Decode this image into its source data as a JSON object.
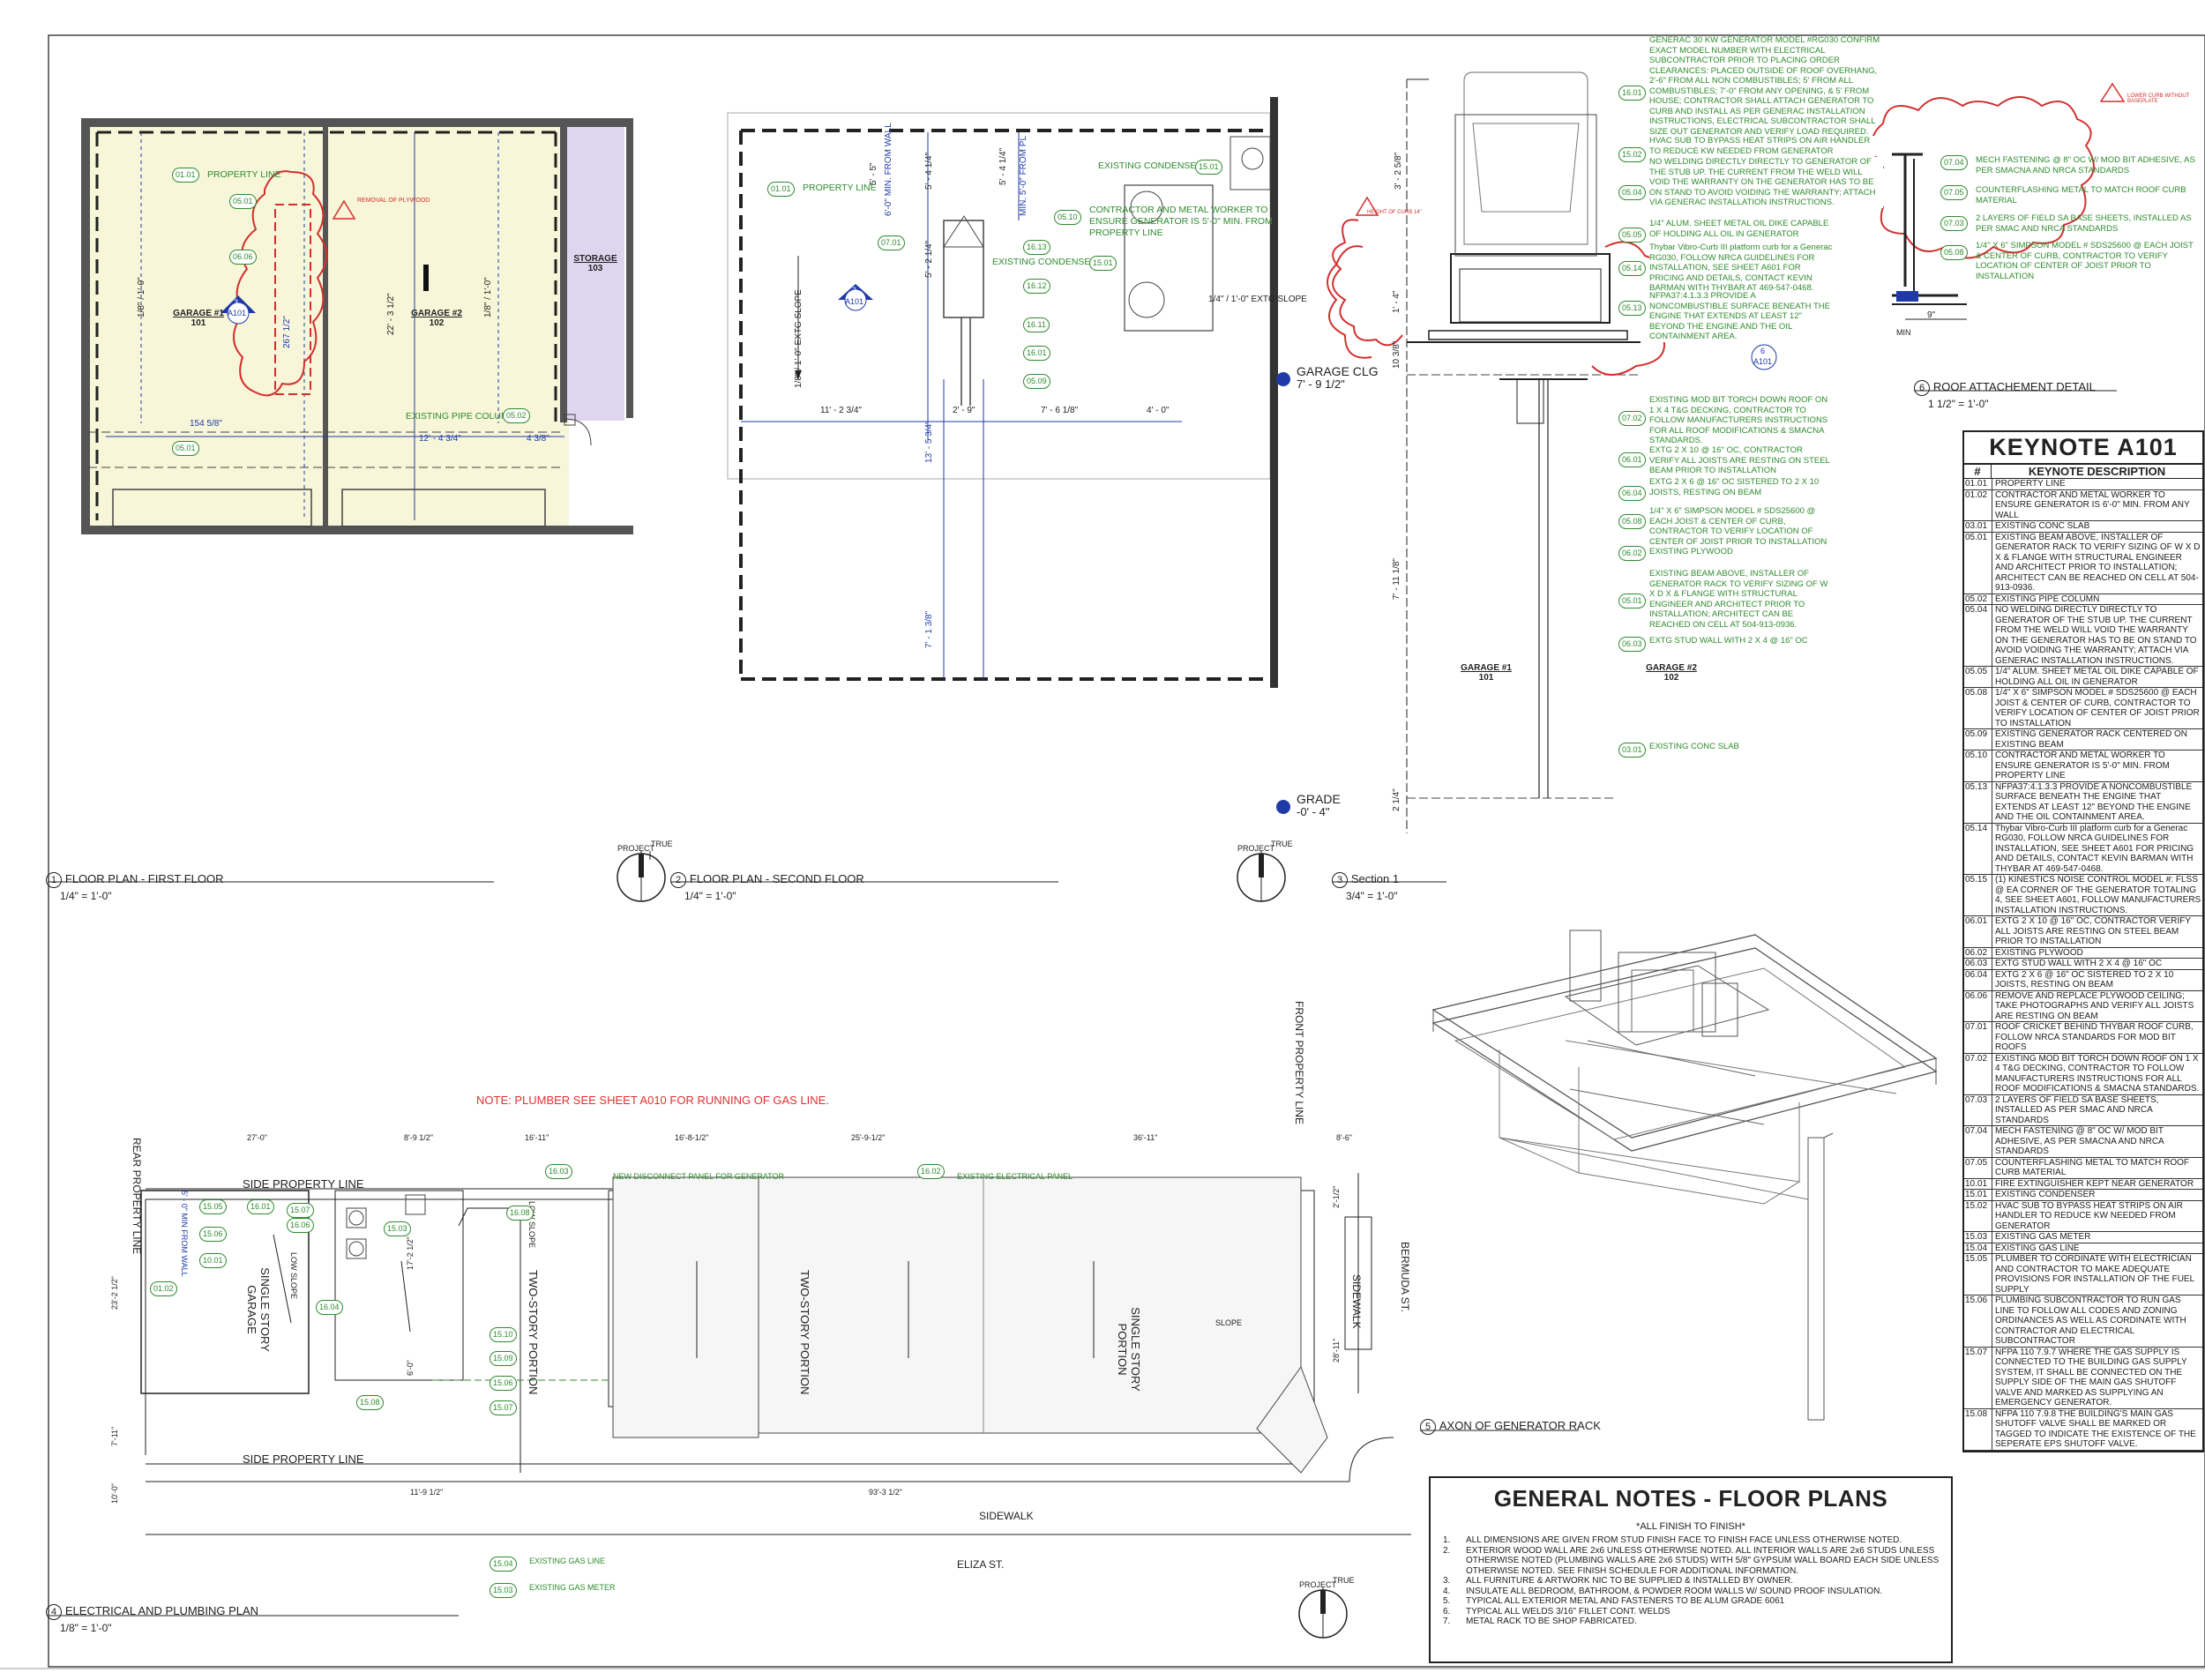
{
  "keynote_table": {
    "title": "KEYNOTE  A101",
    "col_num": "#",
    "col_desc": "KEYNOTE DESCRIPTION",
    "rows": [
      {
        "n": "01.01",
        "d": "PROPERTY LINE"
      },
      {
        "n": "01.02",
        "d": "CONTRACTOR AND METAL WORKER TO ENSURE GENERATOR IS 6'-0\" MIN. FROM ANY WALL"
      },
      {
        "n": "03.01",
        "d": "EXISTING CONC SLAB"
      },
      {
        "n": "05.01",
        "d": "EXISTING BEAM ABOVE, INSTALLER OF GENERATOR RACK TO VERIFY SIZING OF W X D X & FLANGE WITH STRUCTURAL ENGINEER AND ARCHITECT PRIOR TO INSTALLATION; ARCHITECT CAN BE REACHED ON CELL AT 504-913-0936."
      },
      {
        "n": "05.02",
        "d": "EXISTING PIPE COLUMN"
      },
      {
        "n": "05.04",
        "d": "NO WELDING DIRECTLY DIRECTLY TO GENERATOR OF THE STUB UP. THE CURRENT FROM THE WELD WILL VOID THE WARRANTY ON THE GENERATOR HAS TO BE ON STAND TO AVOID VOIDING THE WARRANTY; ATTACH VIA GENERAC INSTALLATION INSTRUCTIONS."
      },
      {
        "n": "05.05",
        "d": "1/4\" ALUM. SHEET METAL OIL DIKE CAPABLE OF HOLDING ALL OIL IN GENERATOR"
      },
      {
        "n": "05.08",
        "d": "1/4\" X 6\" SIMPSON MODEL # SDS25600 @ EACH JOIST & CENTER OF CURB, CONTRACTOR TO VERIFY LOCATION OF CENTER OF JOIST PRIOR TO INSTALLATION"
      },
      {
        "n": "05.09",
        "d": "EXISTING GENERATOR RACK CENTERED ON EXISTING BEAM"
      },
      {
        "n": "05.10",
        "d": "CONTRACTOR AND METAL WORKER TO ENSURE GENERATOR IS 5'-0\" MIN. FROM PROPERTY LINE"
      },
      {
        "n": "05.13",
        "d": "NFPA37:4.1.3.3 PROVIDE A NONCOMBUSTIBLE SURFACE BENEATH THE ENGINE THAT EXTENDS AT LEAST 12\" BEYOND THE ENGINE AND THE OIL CONTAINMENT AREA."
      },
      {
        "n": "05.14",
        "d": "Thybar Vibro-Curb III platform curb for a Generac RG030, FOLLOW NRCA GUIDELINES FOR INSTALLATION, SEE SHEET A601 FOR PRICING AND DETAILS, CONTACT KEVIN BARMAN WITH THYBAR AT 469-547-0468."
      },
      {
        "n": "05.15",
        "d": "(1) KINESTICS NOISE CONTROL MODEL #: FLSS @ EA CORNER OF THE GENERATOR TOTALING 4, SEE SHEET A601, FOLLOW MANUFACTURERS INSTALLATION INSTRUCTIONS."
      },
      {
        "n": "06.01",
        "d": "EXTG 2 X 10 @ 16\" OC, CONTRACTOR VERIFY ALL JOISTS ARE RESTING ON STEEL BEAM PRIOR TO INSTALLATION"
      },
      {
        "n": "06.02",
        "d": "EXISTING PLYWOOD"
      },
      {
        "n": "06.03",
        "d": "EXTG STUD WALL WITH 2 X 4 @ 16\" OC"
      },
      {
        "n": "06.04",
        "d": "EXTG 2 X 6 @ 16\" OC SISTERED TO 2 X 10 JOISTS, RESTING ON BEAM"
      },
      {
        "n": "06.06",
        "d": "REMOVE AND REPLACE PLYWOOD CEILING; TAKE PHOTOGRAPHS AND VERIFY ALL JOISTS ARE RESTING ON BEAM"
      },
      {
        "n": "07.01",
        "d": "ROOF CRICKET BEHIND THYBAR ROOF CURB, FOLLOW NRCA STANDARDS FOR MOD BIT ROOFS"
      },
      {
        "n": "07.02",
        "d": "EXISTING MOD BIT TORCH DOWN ROOF ON 1 X 4 T&G DECKING, CONTRACTOR TO FOLLOW MANUFACTURERS INSTRUCTIONS FOR ALL ROOF MODIFICATIONS & SMACNA STANDARDS."
      },
      {
        "n": "07.03",
        "d": "2 LAYERS OF FIELD SA BASE SHEETS, INSTALLED AS PER SMAC AND NRCA STANDARDS"
      },
      {
        "n": "07.04",
        "d": "MECH FASTENING @ 8\" OC W/ MOD BIT ADHESIVE, AS PER SMACNA AND NRCA STANDARDS"
      },
      {
        "n": "07.05",
        "d": "COUNTERFLASHING METAL TO MATCH ROOF CURB MATERIAL"
      },
      {
        "n": "10.01",
        "d": "FIRE EXTINGUISHER KEPT NEAR GENERATOR"
      },
      {
        "n": "15.01",
        "d": "EXISTING CONDENSER"
      },
      {
        "n": "15.02",
        "d": "HVAC SUB TO BYPASS HEAT STRIPS ON AIR HANDLER TO REDUCE KW NEEDED FROM GENERATOR"
      },
      {
        "n": "15.03",
        "d": "EXISTING GAS METER"
      },
      {
        "n": "15.04",
        "d": "EXISTING GAS LINE"
      },
      {
        "n": "15.05",
        "d": "PLUMBER TO CORDINATE WITH ELECTRICIAN AND CONTRACTOR TO MAKE ADEQUATE PROVISIONS FOR INSTALLATION OF THE FUEL SUPPLY"
      },
      {
        "n": "15.06",
        "d": "PLUMBING SUBCONTRACTOR TO RUN GAS LINE TO FOLLOW ALL CODES AND ZONING ORDINANCES AS WELL AS CORDINATE WITH CONTRACTOR AND ELECTRICAL SUBCONTRACTOR"
      },
      {
        "n": "15.07",
        "d": "NFPA 110 7.9.7 WHERE THE GAS SUPPLY IS CONNECTED TO THE BUILDING GAS SUPPLY SYSTEM, IT SHALL BE CONNECTED ON THE SUPPLY SIDE OF THE MAIN GAS SHUTOFF VALVE AND MARKED AS SUPPLYING AN EMERGENCY GENERATOR."
      },
      {
        "n": "15.08",
        "d": "NFPA 110 7.9.8 THE BUILDING'S MAIN GAS SHUTOFF VALVE SHALL BE MARKED OR TAGGED TO INDICATE THE EXISTENCE OF THE SEPERATE EPS SHUTOFF VALVE."
      }
    ]
  },
  "general_notes": {
    "title": "GENERAL NOTES - FLOOR PLANS",
    "subtitle": "*ALL FINISH TO FINISH*",
    "items": [
      {
        "n": "1.",
        "t": "ALL DIMENSIONS ARE GIVEN FROM STUD FINISH FACE TO FINISH FACE UNLESS OTHERWISE NOTED."
      },
      {
        "n": "2.",
        "t": "EXTERIOR WOOD WALL ARE 2x6  UNLESS OTHERWISE NOTED. ALL INTERIOR WALLS ARE 2x6 STUDS UNLESS OTHERWISE NOTED (PLUMBING WALLS ARE 2x6 STUDS) WITH 5/8\" GYPSUM WALL BOARD EACH SIDE UNLESS OTHERWISE NOTED. SEE FINISH SCHEDULE FOR ADDITIONAL INFORMATION."
      },
      {
        "n": "3.",
        "t": "ALL FURNITURE & ARTWORK NIC TO BE SUPPLIED & INSTALLED BY OWNER."
      },
      {
        "n": "4.",
        "t": "INSULATE ALL BEDROOM, BATHROOM, & POWDER ROOM WALLS W/ SOUND PROOF INSULATION."
      },
      {
        "n": "5.",
        "t": "TYPICAL ALL EXTERIOR METAL AND FASTENERS TO BE ALUM GRADE 6061"
      },
      {
        "n": "6.",
        "t": "TYPICAL ALL WELDS 3/16\" FILLET CONT. WELDS"
      },
      {
        "n": "7.",
        "t": "METAL RACK TO BE SHOP FABRICATED."
      }
    ]
  },
  "view_titles": [
    {
      "num": "1",
      "name": "FLOOR PLAN - FIRST FLOOR",
      "scale": "1/4\" = 1'-0\""
    },
    {
      "num": "2",
      "name": "FLOOR PLAN - SECOND FLOOR",
      "scale": "1/4\" = 1'-0\""
    },
    {
      "num": "3",
      "name": "Section 1",
      "scale": "3/4\" = 1'-0\""
    },
    {
      "num": "4",
      "name": "ELECTRICAL AND PLUMBING PLAN",
      "scale": "1/8\" = 1'-0\""
    },
    {
      "num": "5",
      "name": "AXON OF GENERATOR RACK",
      "scale": ""
    },
    {
      "num": "6",
      "name": "ROOF ATTACHEMENT DETAIL",
      "scale": "1 1/2\" = 1'-0\""
    }
  ],
  "plan1": {
    "garage1": "GARAGE #1",
    "garage1_num": "101",
    "garage2": "GARAGE #2",
    "garage2_num": "102",
    "storage": "STORAGE",
    "storage_num": "103",
    "property_line": "PROPERTY LINE",
    "removal_of_plywood": "REMOVAL OF PLYWOOD",
    "pipe_column": "EXISTING PIPE COLUMN",
    "dim_154": "154 5/8\"",
    "dim_12": "12' - 4 3/4\"",
    "dim_438": "4 3/8\"",
    "dim_22": "22' - 3 1/2\"",
    "dim_18a": "1/8\" / 1'-0\"",
    "dim_18b": "1/8\" / 1'-0\"",
    "dim_267": "267 1/2\"",
    "a101": "A101",
    "sec3": "3",
    "tags": [
      "01.01",
      "05.01",
      "06.06",
      "05.01",
      "05.02"
    ]
  },
  "plan2": {
    "property_line": "PROPERTY LINE",
    "condenser1": "EXISTING CONDENSER",
    "condenser2": "EXISTING CONDENSER",
    "note_510": "CONTRACTOR AND METAL WORKER TO ENSURE GENERATOR IS 5'-0\" MIN. FROM PROPERTY LINE",
    "min_6": "6'-0\" MIN. FROM WALL",
    "min_5": "MIN. 5'-0\" FROM PL",
    "dim_11": "11' - 2 3/4\"",
    "dim_2": "2' - 9\"",
    "dim_7": "7' - 6 1/8\"",
    "dim_4": "4' - 0\"",
    "dim_5a": "5' - 5\"",
    "dim_5b": "5' - 4 1/4\"",
    "dim_5c": "5' - 4 1/4\"",
    "dim_5d": "5' - 2 1/4\"",
    "dim_13": "13' - 5 3/4\"",
    "dim_7b": "7' - 1 3/8\"",
    "slope1": "1/8\" / 1'-0\" EXTG SLOPE",
    "slope2": "1/4\" / 1'-0\" EXTG SLOPE",
    "a101": "A101",
    "sec3": "3",
    "tags": [
      "01.01",
      "07.01",
      "16.13",
      "16.12",
      "16.11",
      "16.01",
      "05.09",
      "05.10",
      "15.01",
      "15.01"
    ]
  },
  "section": {
    "generac_note": "GENERAC 30 KW GENERATOR MODEL #RG030 CONFIRM EXACT MODEL NUMBER WITH ELECTRICAL SUBCONTRACTOR PRIOR TO PLACING ORDER CLEARANCES: PLACED OUTSIDE OF ROOF OVERHANG, 2'-6\" FROM ALL NON COMBUSTIBLES; 5' FROM ALL COMBUSTIBLES; 7'-0\" FROM ANY OPENING, & 5' FROM HOUSE; CONTRACTOR SHALL ATTACH GENERATOR TO CURB AND INSTALL AS PER GENERAC INSTALLATION INSTRUCTIONS, ELECTRICAL SUBCONTRACTOR SHALL SIZE OUT GENERATOR AND VERIFY LOAD REQUIRED.",
    "hvac_note": "HVAC SUB TO BYPASS HEAT STRIPS ON AIR HANDLER TO REDUCE KW NEEDED FROM GENERATOR",
    "weld_note": "NO WELDING DIRECTLY DIRECTLY TO GENERATOR OF THE STUB UP. THE CURRENT FROM THE WELD WILL VOID THE WARRANTY ON THE GENERATOR HAS TO BE ON STAND TO AVOID VOIDING THE WARRANTY; ATTACH VIA GENERAC INSTALLATION INSTRUCTIONS.",
    "oil_note": "1/4\" ALUM. SHEET METAL OIL DIKE CAPABLE OF HOLDING ALL OIL IN GENERATOR",
    "thybar_note": "Thybar Vibro-Curb III platform curb for a Generac RG030, FOLLOW NRCA GUIDELINES FOR INSTALLATION, SEE SHEET A601 FOR PRICING AND DETAILS, CONTACT KEVIN BARMAN WITH THYBAR AT 469-547-0468.",
    "nfpa_note": "NFPA37:4.1.3.3 PROVIDE A NONCOMBUSTIBLE SURFACE BENEATH THE ENGINE THAT EXTENDS AT LEAST 12\" BEYOND THE ENGINE AND THE OIL CONTAINMENT AREA.",
    "modbit_note": "EXISTING MOD BIT TORCH DOWN ROOF ON 1 X 4 T&G DECKING, CONTRACTOR TO FOLLOW MANUFACTURERS INSTRUCTIONS FOR ALL ROOF MODIFICATIONS & SMACNA STANDARDS.",
    "joist_note": "EXTG 2 X 10 @ 16\" OC, CONTRACTOR VERIFY ALL JOISTS ARE RESTING ON STEEL BEAM PRIOR TO INSTALLATION",
    "sister_note": "EXTG 2 X 6 @ 16\" OC SISTERED TO 2 X 10 JOISTS, RESTING ON BEAM",
    "simpson_note": "1/4\" X 6\" SIMPSON MODEL # SDS25600 @ EACH JOIST & CENTER OF CURB, CONTRACTOR TO VERIFY LOCATION OF CENTER OF JOIST PRIOR TO INSTALLATION",
    "plywood_note": "EXISTING PLYWOOD",
    "beam_note": "EXISTING BEAM ABOVE, INSTALLER OF GENERATOR RACK TO VERIFY SIZING OF W X D X & FLANGE WITH STRUCTURAL ENGINEER AND ARCHITECT PRIOR TO INSTALLATION; ARCHITECT CAN BE REACHED ON CELL AT 504-913-0936.",
    "stud_note": "EXTG STUD WALL WITH 2 X 4 @ 16\" OC",
    "slab_note": "EXISTING CONC SLAB",
    "garage_clg": "GARAGE CLG",
    "garage_clg_elev": "7' - 9 1/2\"",
    "grade": "GRADE",
    "grade_elev": "-0' - 4\"",
    "garage1": "GARAGE #1",
    "garage1_num": "101",
    "garage2": "GARAGE #2",
    "garage2_num": "102",
    "height_curb": "HEIGHT OF CURB 14\"",
    "dim_3": "3' - 2 5/8\"",
    "dim_1": "1' - 4\"",
    "dim_10": "10 3/8\"",
    "dim_7": "7' - 11 1/8\"",
    "dim_2": "2 1/4\"",
    "ref6": "6",
    "a101": "A101",
    "tags": [
      "16.01",
      "15.02",
      "05.04",
      "05.05",
      "05.14",
      "05.13",
      "07.02",
      "06.01",
      "06.04",
      "05.08",
      "06.02",
      "05.01",
      "06.03",
      "03.01"
    ]
  },
  "detail6": {
    "lower_curb": "LOWER CURB WITHOUT BASEPLATE",
    "n0704": "MECH FASTENING @ 8\" OC W/ MOD BIT ADHESIVE, AS PER SMACNA AND NRCA STANDARDS",
    "n0705": "COUNTERFLASHING METAL TO MATCH ROOF CURB MATERIAL",
    "n0703": "2 LAYERS OF FIELD SA BASE SHEETS, INSTALLED AS PER SMAC AND NRCA STANDARDS",
    "n0508": "1/4\" X 6\" SIMPSON MODEL # SDS25600 @ EACH JOIST & CENTER OF CURB, CONTRACTOR TO VERIFY LOCATION OF CENTER OF JOIST PRIOR TO INSTALLATION",
    "dim_9": "9\"",
    "min": "MIN",
    "tags": [
      "07.04",
      "07.05",
      "07.03",
      "05.08"
    ]
  },
  "site": {
    "plumber_note": "NOTE: PLUMBER SEE SHEET A010 FOR RUNNING OF GAS LINE.",
    "rear_pl": "REAR PROPERTY LINE",
    "front_pl": "FRONT PROPERTY LINE",
    "side_pl": "SIDE PROPERTY LINE",
    "side_pl2": "SIDE PROPERTY LINE",
    "new_disconnect": "NEW DISCONNECT PANEL FOR GENERATOR",
    "existing_panel": "EXISTING ELECTRICAL PANEL",
    "single_story_garage": "SINGLE STORY GARAGE",
    "two_story": "TWO-STORY PORTION",
    "two_story2": "TWO-STORY PORTION",
    "single_story": "SINGLE STORY PORTION",
    "sidewalk": "SIDEWALK",
    "sidewalk2": "SIDEWALK",
    "eliza": "ELIZA ST.",
    "bermuda": "BERMUDA ST.",
    "gas_line": "EXISTING GAS LINE",
    "gas_meter": "EXISTING GAS METER",
    "low_slope": "LOW SLOPE",
    "low_slope2": "LOW SLOPE",
    "slope": "SLOPE",
    "min_5": "5' - 0\" MIN FROM WALL",
    "dims": [
      "27'-0\"",
      "8'-9 1/2\"",
      "16'-11\"",
      "16'-8-1/2\"",
      "25'-9-1/2\"",
      "36'-11\"",
      "8'-6\"",
      "23'-2 1/2\"",
      "7'-11\"",
      "10'-0\"",
      "11'-9 1/2\"",
      "93'-3 1/2\"",
      "17'-2 1/2\"",
      "6'-0\"",
      "2'-1/2\"",
      "28'-11\""
    ],
    "tags": [
      "15.05",
      "16.01",
      "15.06",
      "16.03",
      "16.02",
      "15.07",
      "16.06",
      "10.01",
      "15.03",
      "16.04",
      "15.08",
      "16.08",
      "15.10",
      "15.09",
      "15.06",
      "15.07",
      "15.04",
      "15.03",
      "01.02"
    ]
  },
  "project_north": "PROJECT",
  "true_north": "TRUE"
}
